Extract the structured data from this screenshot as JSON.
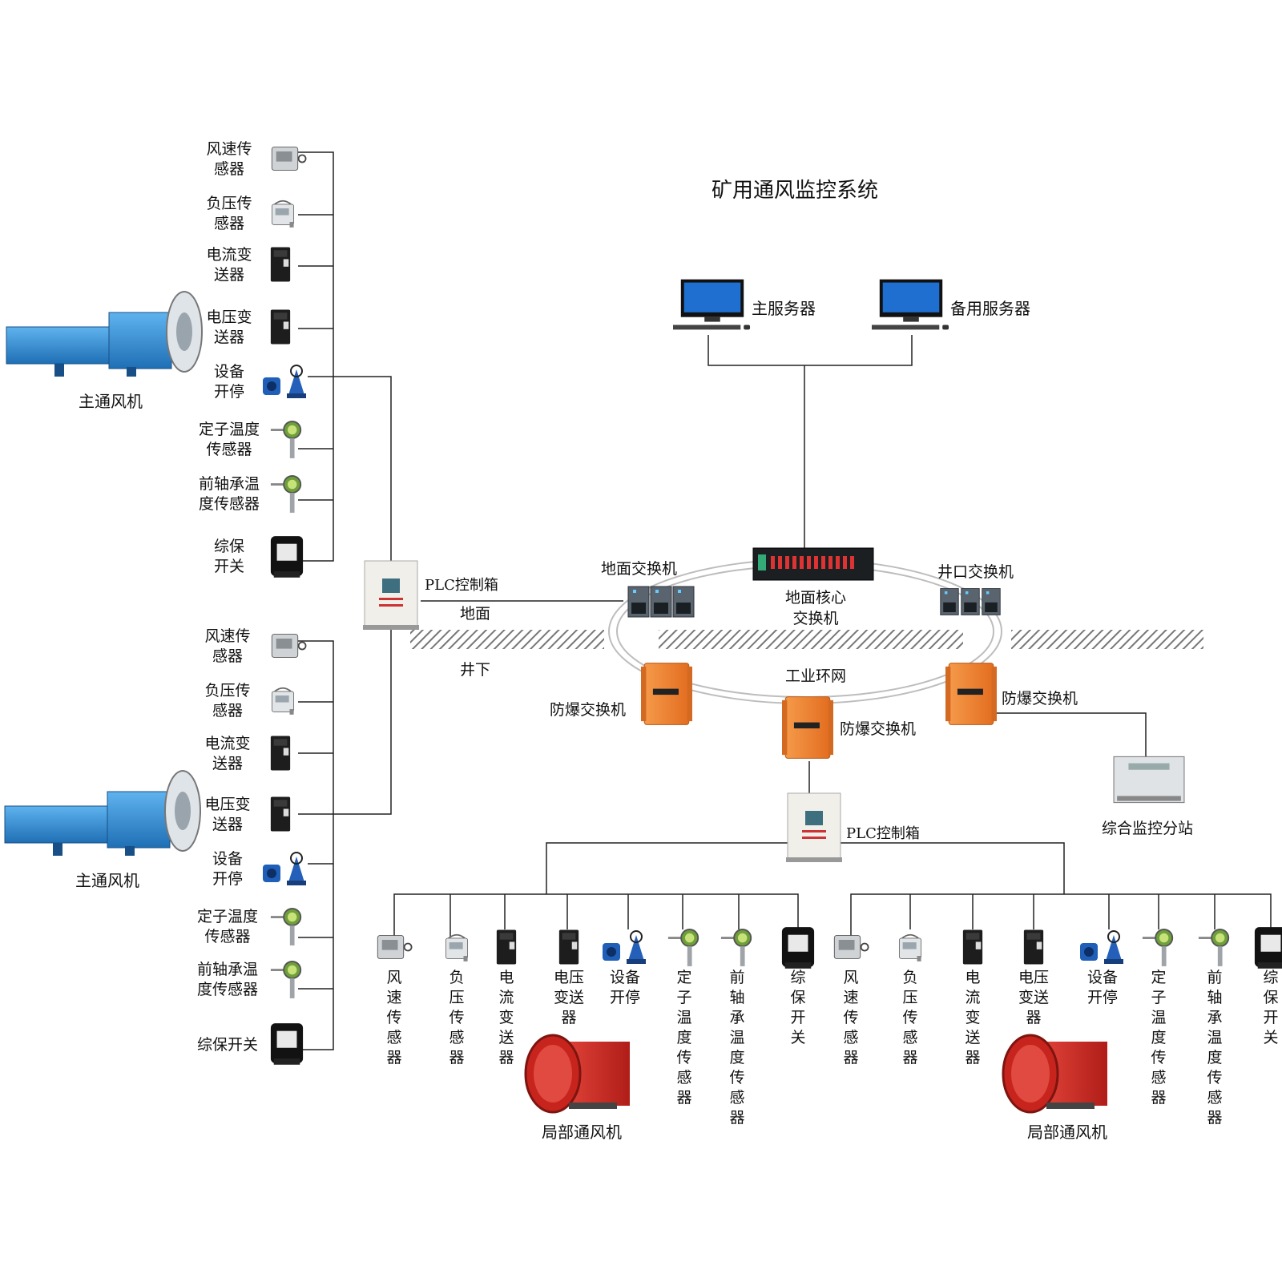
{
  "title": "矿用通风监控系统",
  "servers": {
    "main": "主服务器",
    "backup": "备用服务器"
  },
  "core_switch": [
    "地面核心",
    "交换机"
  ],
  "ground_switch": "地面交换机",
  "shaft_switch": "井口交换机",
  "ring_network": "工业环网",
  "explosion_switch": "防爆交换机",
  "plc_box": "PLC控制箱",
  "surface_label": "地面",
  "underground_label": "井下",
  "monitor_substation": "综合监控分站",
  "main_fan": "主通风机",
  "local_fan": "局部通风机",
  "fan_group_1": {
    "sensors": [
      [
        "风速传",
        "感器"
      ],
      [
        "负压传",
        "感器"
      ],
      [
        "电流变",
        "送器"
      ],
      [
        "电压变",
        "送器"
      ],
      [
        "设备",
        "开停"
      ],
      [
        "定子温度",
        "传感器"
      ],
      [
        "前轴承温",
        "度传感器"
      ],
      [
        "综保",
        "开关"
      ]
    ]
  },
  "fan_group_2": {
    "sensors": [
      [
        "风速传",
        "感器"
      ],
      [
        "负压传",
        "感器"
      ],
      [
        "电流变",
        "送器"
      ],
      [
        "电压变",
        "送器"
      ],
      [
        "设备",
        "开停"
      ],
      [
        "定子温度",
        "传感器"
      ],
      [
        "前轴承温",
        "度传感器"
      ],
      [
        "综保开关"
      ]
    ]
  },
  "local_group_1": [
    "风速传感器",
    "负压传感器",
    "电流变送器",
    [
      "电压",
      "变送",
      "器"
    ],
    [
      "设备",
      "开停"
    ],
    "定子温度传感器",
    "前轴承温度传感器",
    "综保开关"
  ],
  "local_group_2": [
    "风速传感器",
    "负压传感器",
    "电流变送器",
    [
      "电压",
      "变送",
      "器"
    ],
    [
      "设备",
      "开停"
    ],
    "定子温度传感器",
    "前轴承温度传感器",
    "综保开关"
  ],
  "colors": {
    "fan_blue": "#2f8fd8",
    "fan_red": "#d42a24",
    "switch_orange": "#f08a3a"
  }
}
